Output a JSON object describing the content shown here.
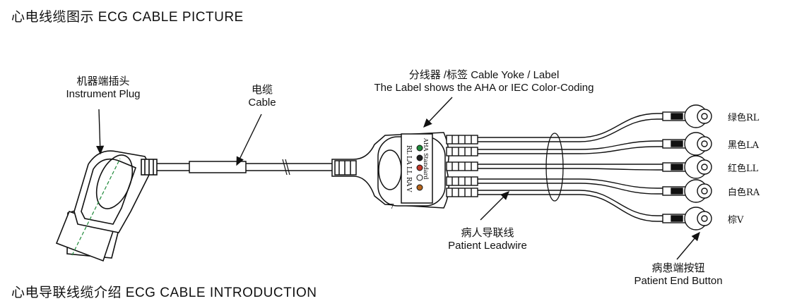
{
  "title_top": "心电线缆图示 ECG CABLE PICTURE",
  "title_bottom": "心电导联线缆介绍 ECG CABLE INTRODUCTION",
  "labels": {
    "plug_cn": "机器端插头",
    "plug_en": "Instrument Plug",
    "cable_cn": "电缆",
    "cable_en": "Cable",
    "yoke_cn": "分线器 /标签  Cable Yoke / Label",
    "yoke_en": "The Label shows the AHA or IEC Color-Coding",
    "leadwire_cn": "病人导联线",
    "leadwire_en": "Patient Leadwire",
    "button_cn": "病患端按钮",
    "button_en": "Patient End Button",
    "yoke_number": "7"
  },
  "yoke_label": {
    "header": "AHA Standard",
    "codes": [
      "RL",
      "LA",
      "LL",
      "RA",
      "V"
    ],
    "dot_colors": [
      "#1f8a3a",
      "#222222",
      "#c0392b",
      "#ffffff",
      "#b5651d"
    ]
  },
  "leads": [
    {
      "tag": "绿色RL"
    },
    {
      "tag": "黑色LA"
    },
    {
      "tag": "红色LL"
    },
    {
      "tag": "白色RA"
    },
    {
      "tag": "棕V"
    }
  ]
}
